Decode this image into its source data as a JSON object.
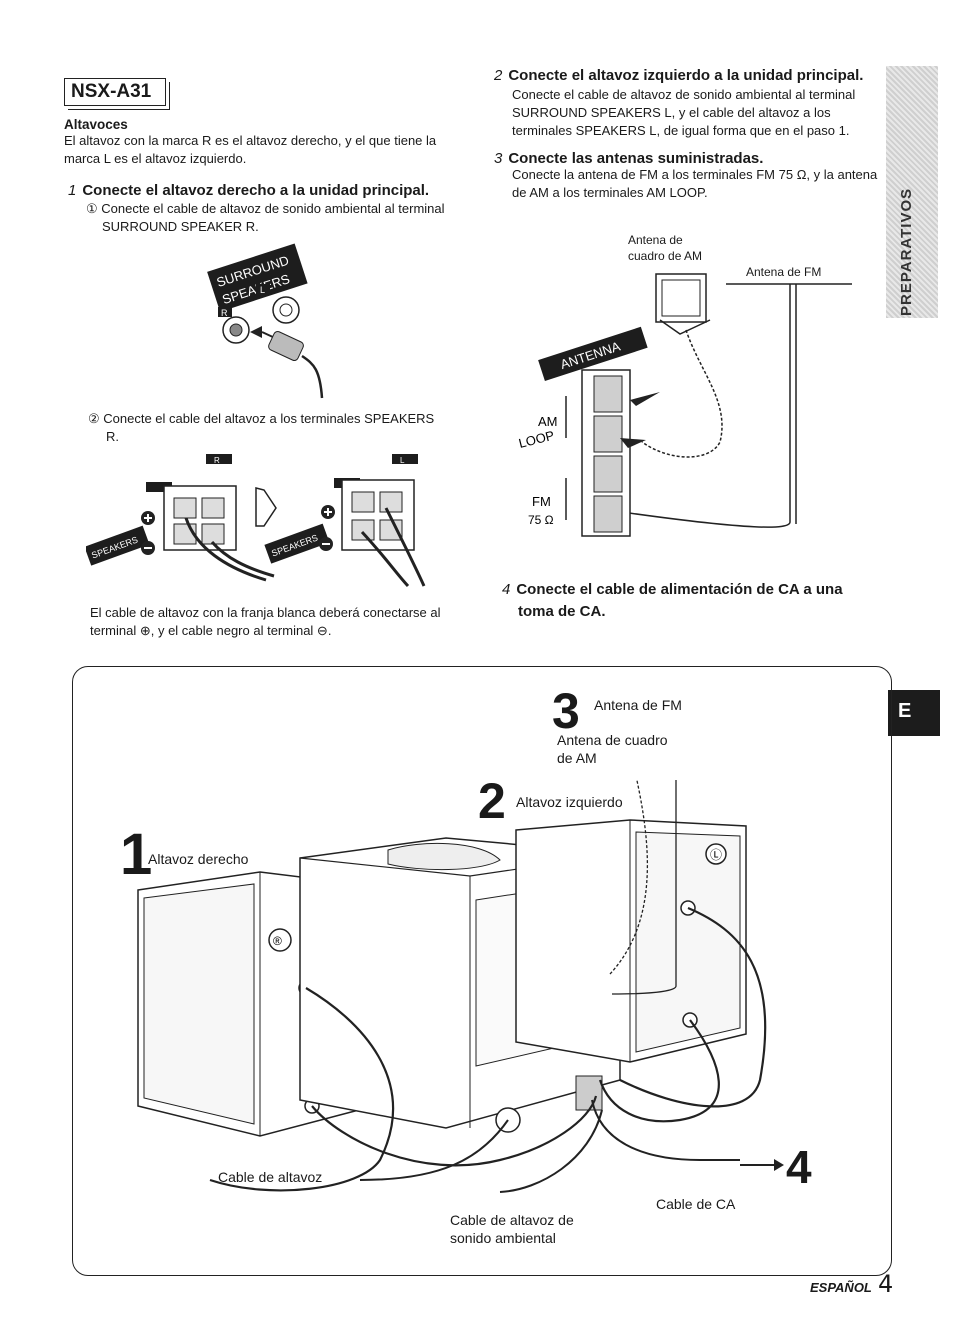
{
  "model": "NSX-A31",
  "altavoces": {
    "heading": "Altavoces",
    "line1": "El altavoz con la marca R es el altavoz derecho, y el que tiene la",
    "line2": "marca L es el altavoz izquierdo."
  },
  "step1": {
    "num": "1",
    "title": "Conecte el altavoz derecho a la unidad principal.",
    "sub1_line1": "① Conecte el cable de altavoz de sonido ambiental al terminal",
    "sub1_line2": "SURROUND SPEAKER R.",
    "sub2_line1": "② Conecte el cable del altavoz a los terminales SPEAKERS",
    "sub2_line2": "R.",
    "note_line1": "El cable de altavoz con la franja blanca deberá conectarse al",
    "note_line2": "terminal ⊕, y el cable negro al terminal ⊖."
  },
  "step2": {
    "num": "2",
    "title": "Conecte el altavoz izquierdo a la unidad principal.",
    "line1": "Conecte el cable de altavoz de sonido ambiental al terminal",
    "line2": "SURROUND SPEAKERS L, y el cable del altavoz a los",
    "line3": "terminales SPEAKERS L, de igual forma que en el paso 1."
  },
  "step3": {
    "num": "3",
    "title": "Conecte las antenas suministradas.",
    "line1": "Conecte la antena de FM a los terminales FM 75 Ω, y la antena",
    "line2": "de AM a los terminales AM LOOP."
  },
  "step4": {
    "num": "4",
    "title_line1": "Conecte el cable de alimentación de CA a una",
    "title_line2": "toma de CA."
  },
  "fig_surround": {
    "label1": "SURROUND",
    "label2": "SPEAKERS",
    "r": "R",
    "l": "L"
  },
  "fig_speakers": {
    "label": "SPEAKERS",
    "r": "R",
    "l": "L"
  },
  "fig_antenna": {
    "am_label_line1": "Antena de",
    "am_label_line2": "cuadro de AM",
    "fm_label": "Antena de FM",
    "panel": "ANTENNA",
    "am": "AM",
    "loop": "LOOP",
    "fm": "FM",
    "ohm": "75 Ω"
  },
  "side_tab": "PREPARATIVOS",
  "lang_tab": "E",
  "diagram": {
    "n1": "1",
    "n2": "2",
    "n3": "3",
    "n4": "4",
    "fm": "Antena de FM",
    "am_line1": "Antena de cuadro",
    "am_line2": "de AM",
    "left_spk": "Altavoz izquierdo",
    "right_spk": "Altavoz derecho",
    "spk_cable": "Cable de altavoz",
    "surround_cable_line1": "Cable de altavoz de",
    "surround_cable_line2": "sonido ambiental",
    "ac_cable": "Cable de CA"
  },
  "footer": {
    "lang": "ESPAÑOL",
    "page": "4"
  }
}
